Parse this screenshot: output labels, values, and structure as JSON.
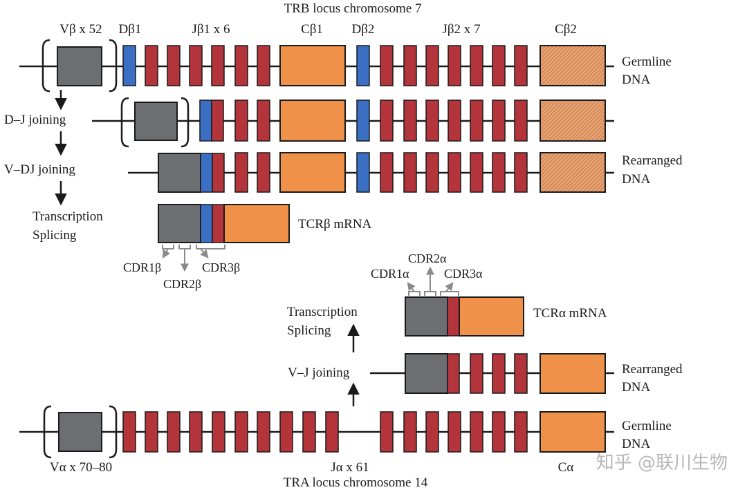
{
  "trb": {
    "title": "TRB locus chromosome 7",
    "v_label": "Vβ x 52",
    "d1_label": "Dβ1",
    "j1_label": "Jβ1 x 6",
    "c1_label": "Cβ1",
    "d2_label": "Dβ2",
    "j2_label": "Jβ2 x 7",
    "c2_label": "Cβ2",
    "germline": "Germline",
    "dna1": "DNA",
    "dj": "D–J joining",
    "vdj": "V–DJ joining",
    "transcription": "Transcription",
    "splicing": "Splicing",
    "rearranged": "Rearranged",
    "dna2": "DNA",
    "mrna": "TCRβ mRNA",
    "cdr1": "CDR1β",
    "cdr2": "CDR2β",
    "cdr3": "CDR3β"
  },
  "tra": {
    "title": "TRA locus chromosome 14",
    "v_label": "Vα x 70–80",
    "j_label": "Jα x 61",
    "c_label": "Cα",
    "germline": "Germline",
    "dna1": "DNA",
    "vj": "V–J joining",
    "transcription": "Transcription",
    "splicing": "Splicing",
    "rearranged": "Rearranged",
    "dna2": "DNA",
    "mrna": "TCRα mRNA",
    "cdr1": "CDR1α",
    "cdr2": "CDR2α",
    "cdr3": "CDR3α"
  },
  "watermark": "知乎 @联川生物",
  "colors": {
    "v_segment": "#6d6e71",
    "d_segment": "#3a6fc4",
    "j_segment": "#b3343a",
    "c_segment": "#ef9148",
    "c2_hatch": "#c97a45",
    "line": "#1a1a1a",
    "cdr_bracket": "#8a8a8a"
  }
}
